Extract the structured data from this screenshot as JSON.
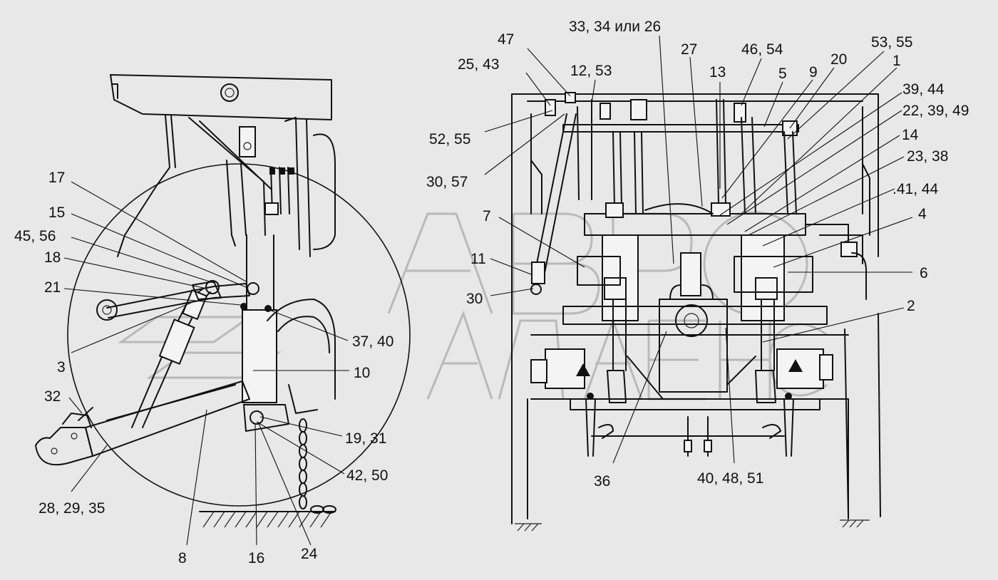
{
  "callouts": {
    "c47": "47",
    "c25_43": "25, 43",
    "c12_53": "12, 53",
    "c33_34_26": "33, 34 или 26",
    "c27": "27",
    "c13": "13",
    "c46_54": "46, 54",
    "c5": "5",
    "c9": "9",
    "c20": "20",
    "c53_55": "53, 55",
    "c1": "1",
    "c39_44": "39, 44",
    "c22_39_49": "22, 39, 49",
    "c14": "14",
    "c23_38": "23, 38",
    "c41_44": ".41, 44",
    "c52_55": "52, 55",
    "c30_57": "30, 57",
    "c7": "7",
    "c4": "4",
    "c11": "11",
    "c6": "6",
    "c30": "30",
    "c2": "2",
    "c36": "36",
    "c40_48_51": "40, 48, 51",
    "c17": "17",
    "c15": "15",
    "c45_56": "45, 56",
    "c18": "18",
    "c21": "21",
    "c3": "3",
    "c37_40": "37, 40",
    "c10": "10",
    "c32": "32",
    "c19_31": "19, 31",
    "c42_50": "42, 50",
    "c28_29_35": "28, 29, 35",
    "c8": "8",
    "c16": "16",
    "c24": "24"
  },
  "colors": {
    "background": "#e8e8e8",
    "ink": "#111111",
    "watermark": "#b9b9b9"
  }
}
